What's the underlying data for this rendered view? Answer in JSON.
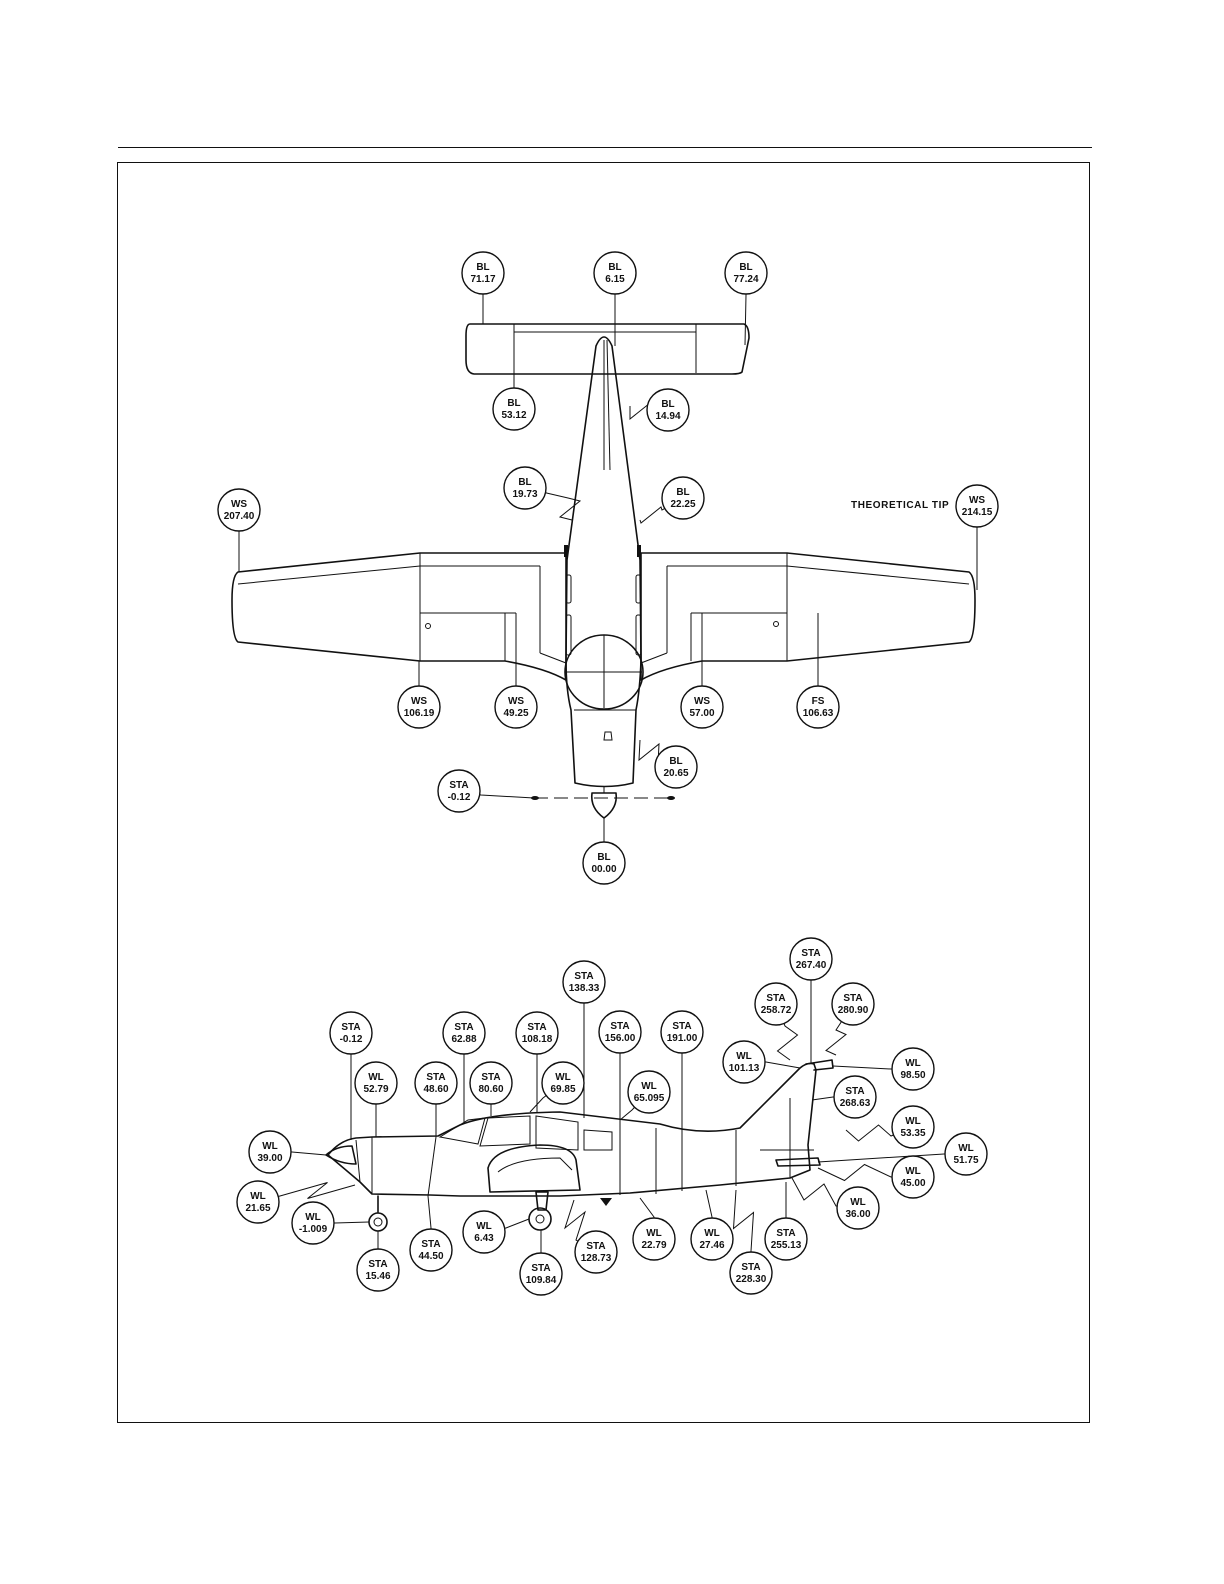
{
  "page": {
    "theoretical_tip_note": "THEORETICAL TIP"
  },
  "top_view_callouts": [
    {
      "code": "BL",
      "value": "71.17"
    },
    {
      "code": "BL",
      "value": "6.15"
    },
    {
      "code": "BL",
      "value": "77.24"
    },
    {
      "code": "BL",
      "value": "53.12"
    },
    {
      "code": "BL",
      "value": "14.94"
    },
    {
      "code": "BL",
      "value": "19.73"
    },
    {
      "code": "BL",
      "value": "22.25"
    },
    {
      "code": "WS",
      "value": "207.40"
    },
    {
      "code": "WS",
      "value": "214.15"
    },
    {
      "code": "WS",
      "value": "106.19"
    },
    {
      "code": "WS",
      "value": "49.25"
    },
    {
      "code": "WS",
      "value": "57.00"
    },
    {
      "code": "FS",
      "value": "106.63"
    },
    {
      "code": "BL",
      "value": "20.65"
    },
    {
      "code": "STA",
      "value": "-0.12"
    },
    {
      "code": "BL",
      "value": "00.00"
    }
  ],
  "side_view_callouts": [
    {
      "code": "STA",
      "value": "267.40"
    },
    {
      "code": "STA",
      "value": "138.33"
    },
    {
      "code": "STA",
      "value": "258.72"
    },
    {
      "code": "STA",
      "value": "280.90"
    },
    {
      "code": "STA",
      "value": "-0.12"
    },
    {
      "code": "STA",
      "value": "62.88"
    },
    {
      "code": "STA",
      "value": "108.18"
    },
    {
      "code": "STA",
      "value": "156.00"
    },
    {
      "code": "STA",
      "value": "191.00"
    },
    {
      "code": "WL",
      "value": "101.13"
    },
    {
      "code": "WL",
      "value": "98.50"
    },
    {
      "code": "WL",
      "value": "52.79"
    },
    {
      "code": "STA",
      "value": "48.60"
    },
    {
      "code": "STA",
      "value": "80.60"
    },
    {
      "code": "WL",
      "value": "69.85"
    },
    {
      "code": "WL",
      "value": "65.095"
    },
    {
      "code": "STA",
      "value": "268.63"
    },
    {
      "code": "WL",
      "value": "53.35"
    },
    {
      "code": "WL",
      "value": "39.00"
    },
    {
      "code": "WL",
      "value": "51.75"
    },
    {
      "code": "WL",
      "value": "45.00"
    },
    {
      "code": "WL",
      "value": "21.65"
    },
    {
      "code": "WL",
      "value": "36.00"
    },
    {
      "code": "WL",
      "value": "-1.009"
    },
    {
      "code": "WL",
      "value": "6.43"
    },
    {
      "code": "WL",
      "value": "22.79"
    },
    {
      "code": "WL",
      "value": "27.46"
    },
    {
      "code": "STA",
      "value": "255.13"
    },
    {
      "code": "STA",
      "value": "44.50"
    },
    {
      "code": "STA",
      "value": "128.73"
    },
    {
      "code": "STA",
      "value": "15.46"
    },
    {
      "code": "STA",
      "value": "109.84"
    },
    {
      "code": "STA",
      "value": "228.30"
    }
  ]
}
